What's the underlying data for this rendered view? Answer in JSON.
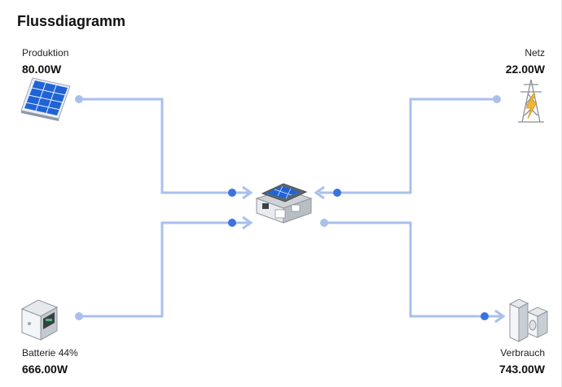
{
  "card": {
    "title": "Flussdiagramm"
  },
  "nodes": {
    "production": {
      "label": "Produktion",
      "value": "80.00W",
      "icon": "solar-panel-icon"
    },
    "grid": {
      "label": "Netz",
      "value": "22.00W",
      "icon": "power-pylon-icon"
    },
    "battery": {
      "label": "Batterie 44%",
      "value": "666.00W",
      "icon": "battery-storage-icon"
    },
    "consumption": {
      "label": "Verbrauch",
      "value": "743.00W",
      "icon": "appliances-icon"
    },
    "house": {
      "icon": "house-icon"
    }
  },
  "colors": {
    "flow_line": "#a9c0ec",
    "flow_dot": "#3a73e0",
    "origin_dot": "#a9c0ec",
    "panel_blue": "#1f63d6",
    "bolt": "#f2b632"
  }
}
